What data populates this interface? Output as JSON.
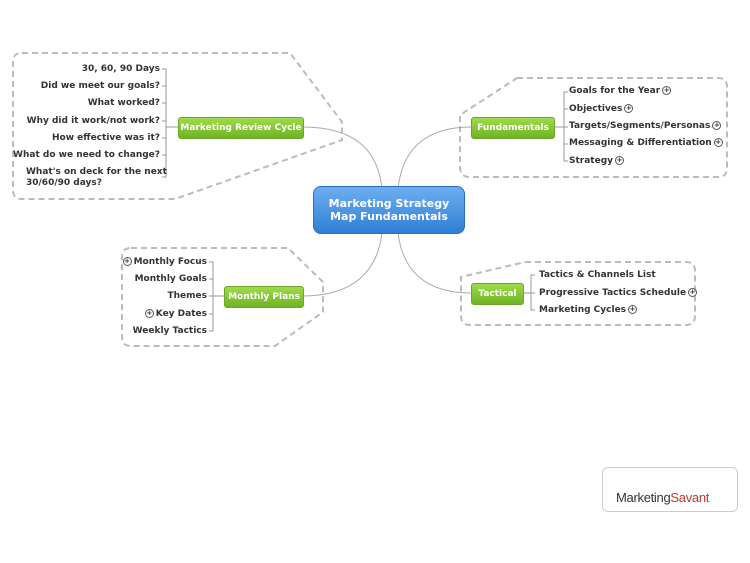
{
  "central": {
    "line1": "Marketing Strategy",
    "line2": "Map Fundamentals"
  },
  "branches": {
    "review": {
      "label": "Marketing Review Cycle",
      "items": [
        "30, 60, 90 Days",
        "Did we meet our goals?",
        "What worked?",
        "Why did it work/not work?",
        "How effective was it?",
        "What do we need to change?",
        "What's on deck for the next",
        "30/60/90 days?"
      ]
    },
    "fundamentals": {
      "label": "Fundamentals",
      "items": [
        "Goals for the Year",
        "Objectives",
        "Targets/Segments/Personas",
        "Messaging & Differentiation",
        "Strategy"
      ]
    },
    "monthly": {
      "label": "Monthly Plans",
      "items": [
        "Monthly Focus",
        "Monthly Goals",
        "Themes",
        "Key Dates",
        "Weekly Tactics"
      ]
    },
    "tactical": {
      "label": "Tactical",
      "items": [
        "Tactics & Channels List",
        "Progressive Tactics Schedule",
        "Marketing Cycles"
      ]
    }
  },
  "expand_symbol": "+",
  "logo": {
    "part1": "Marketing",
    "part2": "Savant"
  },
  "colors": {
    "central": "#3f8fe0",
    "topic": "#82c43a",
    "boundary": "#bbbbbb",
    "link": "#aaaaaa"
  }
}
